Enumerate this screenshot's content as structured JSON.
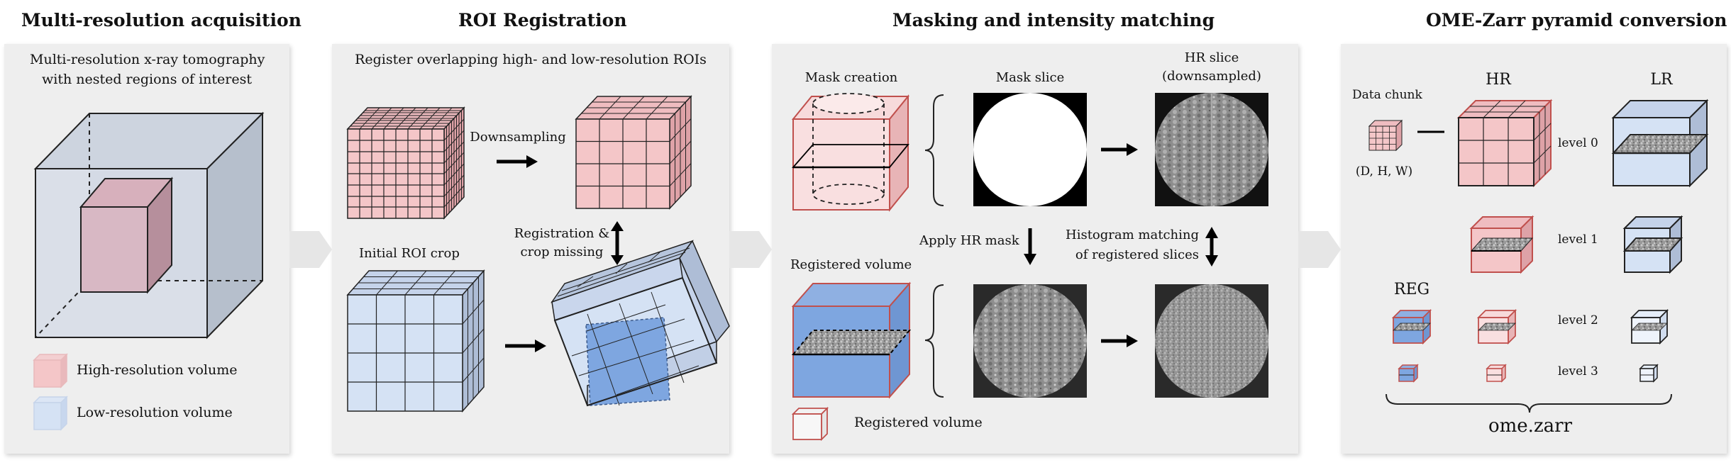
{
  "sections": {
    "acq": {
      "title": "Multi-resolution acquisition",
      "desc_line1": "Multi-resolution x-ray tomography",
      "desc_line2": "with nested regions of interest",
      "legend_hr": "High-resolution volume",
      "legend_lr": "Low-resolution volume"
    },
    "roi": {
      "title": "ROI Registration",
      "subtitle": "Register overlapping high- and low-resolution ROIs",
      "downsampling": "Downsampling",
      "initial_crop": "Initial ROI crop",
      "reg_line1": "Registration &",
      "reg_line2": "crop missing"
    },
    "mask": {
      "title": "Masking and intensity matching",
      "mask_creation": "Mask creation",
      "mask_slice": "Mask slice",
      "hr_slice_line1": "HR slice",
      "hr_slice_line2": "(downsampled)",
      "apply_mask": "Apply HR mask",
      "hist_line1": "Histogram matching",
      "hist_line2": "of registered slices",
      "registered_volume_top": "Registered volume",
      "registered_volume_legend": "Registered volume"
    },
    "zarr": {
      "title": "OME-Zarr pyramid conversion",
      "data_chunk": "Data chunk",
      "dims": "(D, H, W)",
      "hr": "HR",
      "lr": "LR",
      "reg": "REG",
      "levels": [
        "level 0",
        "level 1",
        "level 2",
        "level 3"
      ],
      "footer": "ome.zarr"
    }
  },
  "colors": {
    "panel_bg": "#eeeeee",
    "hr_fill": "#f4c6c8",
    "hr_stroke": "#c0504d",
    "lr_fill": "#d5e2f4",
    "reg_fill": "#7ea6e0",
    "cube_outline": "#222222"
  }
}
